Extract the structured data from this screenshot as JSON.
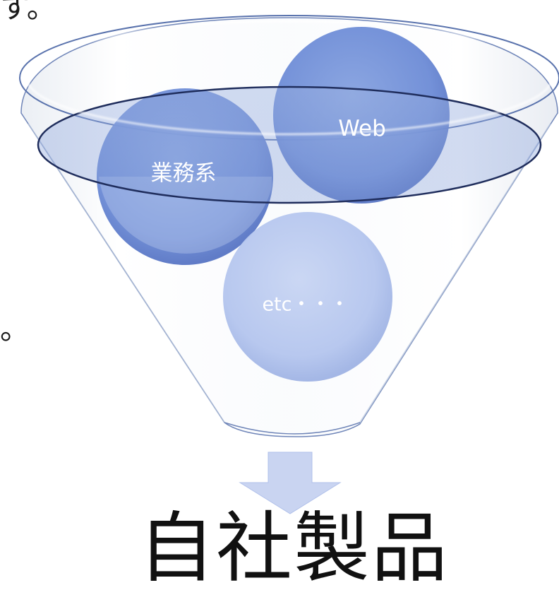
{
  "fragments": {
    "top": "す。",
    "middle": "。"
  },
  "balls": {
    "business": "業務系",
    "web": "Web",
    "etc": "etc・・・"
  },
  "result": {
    "title": "自社製品"
  },
  "colors": {
    "ball_dark": "#6f8fd8",
    "ball_light": "#b7c8ee",
    "rim_stroke": "#2a3a6a",
    "arrow_fill": "#c8d3f0"
  }
}
